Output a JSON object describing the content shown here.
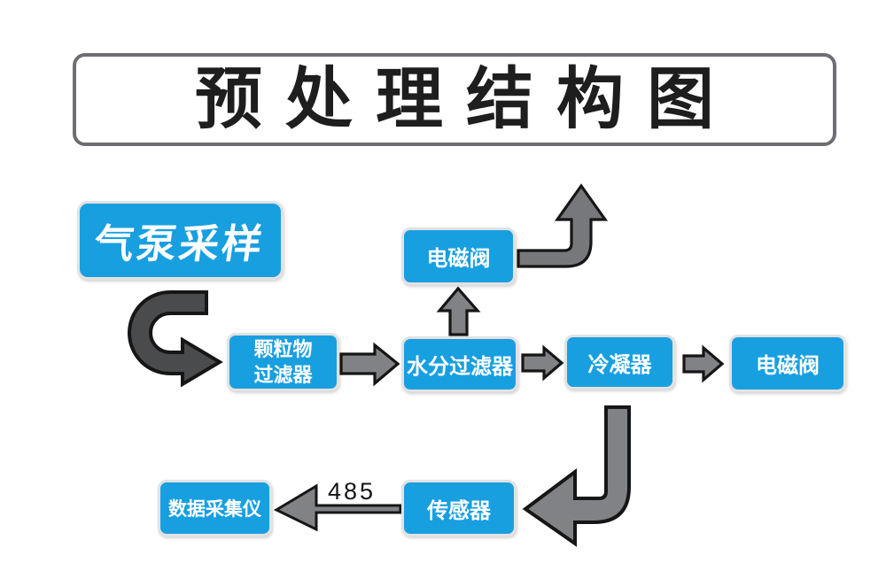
{
  "title": {
    "text": "预处理结构图"
  },
  "nodes": {
    "pump": {
      "label": "气泵采样"
    },
    "particulate_filter": {
      "line1": "颗粒物",
      "line2": "过滤器"
    },
    "moisture_filter": {
      "label": "水分过滤器"
    },
    "solenoid_top": {
      "label": "电磁阀"
    },
    "condenser": {
      "label": "冷凝器"
    },
    "solenoid_right": {
      "label": "电磁阀"
    },
    "sensor": {
      "label": "传感器"
    },
    "data_logger": {
      "label": "数据采集仪"
    }
  },
  "edges": [
    {
      "from": "pump",
      "to": "particulate_filter",
      "style": "u-turn-block-arrow",
      "label": ""
    },
    {
      "from": "particulate_filter",
      "to": "moisture_filter",
      "style": "block-arrow-right",
      "label": ""
    },
    {
      "from": "moisture_filter",
      "to": "solenoid_top",
      "style": "block-arrow-up",
      "label": ""
    },
    {
      "from": "solenoid_top",
      "to": "exhaust-up",
      "style": "elbow-arrow-up",
      "label": ""
    },
    {
      "from": "moisture_filter",
      "to": "condenser",
      "style": "block-arrow-right",
      "label": ""
    },
    {
      "from": "condenser",
      "to": "solenoid_right",
      "style": "block-arrow-right",
      "label": ""
    },
    {
      "from": "condenser",
      "to": "sensor",
      "style": "elbow-arrow-left",
      "label": ""
    },
    {
      "from": "sensor",
      "to": "data_logger",
      "style": "line-arrow-left",
      "label": "485"
    }
  ],
  "colors": {
    "node_fill": "#189fe0",
    "node_border": "#e2e2e2",
    "node_text": "#ffffff",
    "title_border": "#6d6e71",
    "title_text": "#1e1e1e",
    "arrow_dark": "#4a4b4d",
    "arrow_mid": "#77787b",
    "arrow_gray": "#808285",
    "arrow_outline": "#161616"
  }
}
